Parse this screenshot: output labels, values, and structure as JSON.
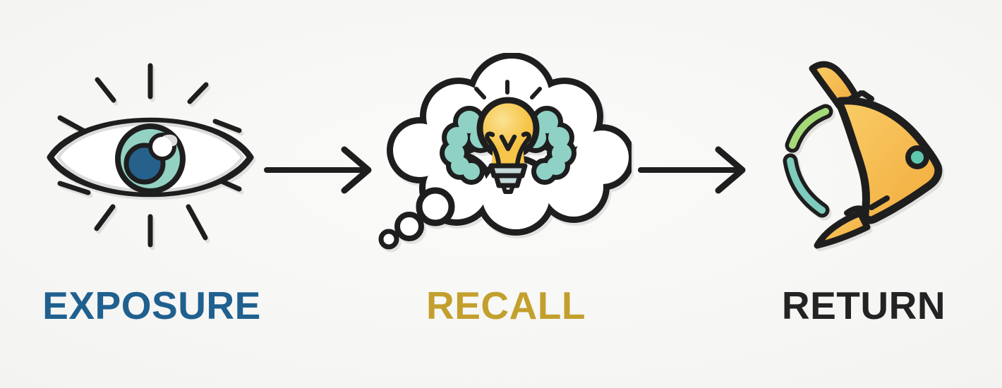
{
  "diagram": {
    "type": "process-flow",
    "background_color": "#f4f4f2",
    "stages": [
      {
        "id": "exposure",
        "label": "EXPOSURE",
        "label_color": "#1f608f",
        "icon": "eye-icon",
        "icon_description": "open eye with radiating lines"
      },
      {
        "id": "recall",
        "label": "RECALL",
        "label_color": "#c3a02e",
        "icon": "thought-bubble-lightbulb-icon",
        "icon_description": "thought bubble containing a glowing lightbulb between brain lobes"
      },
      {
        "id": "return",
        "label": "RETURN",
        "label_color": "#232323",
        "icon": "boomerang-icon",
        "icon_description": "boomerang flying right with motion dashes"
      }
    ],
    "connectors": [
      {
        "from": "exposure",
        "to": "recall",
        "type": "arrow-right"
      },
      {
        "from": "recall",
        "to": "return",
        "type": "arrow-right"
      }
    ],
    "palette": {
      "outline": "#1e1e1e",
      "iris_teal": "#93d2c2",
      "pupil_blue": "#26618c",
      "brain_teal": "#8fd2c5",
      "bulb_gold": "#f6c549",
      "bulb_highlight": "#fbe293",
      "bulb_base_gray": "#c5d9da",
      "boomerang_yellow": "#f6ba47",
      "boomerang_dot_teal": "#5ec7ae",
      "dash_green": "#a5d978",
      "dash_aqua": "#7eccbd"
    }
  }
}
